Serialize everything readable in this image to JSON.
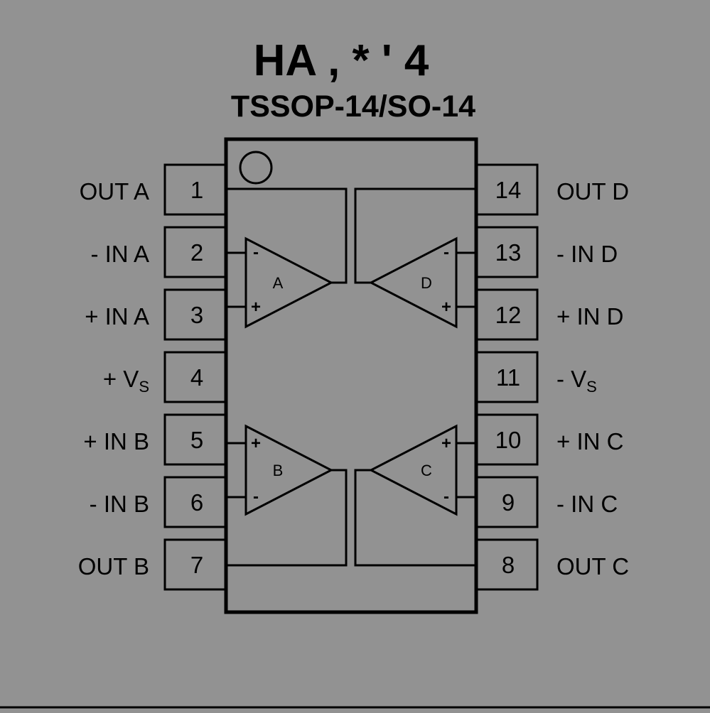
{
  "title": "HA , * ' 4",
  "package": "TSSOP-14/SO-14",
  "pins_left": [
    {
      "num": "1",
      "label": "OUT A"
    },
    {
      "num": "2",
      "label": "- IN A"
    },
    {
      "num": "3",
      "label": "+ IN A"
    },
    {
      "num": "4",
      "label": "+ V",
      "sub": "S"
    },
    {
      "num": "5",
      "label": "+ IN B"
    },
    {
      "num": "6",
      "label": "- IN B"
    },
    {
      "num": "7",
      "label": "OUT B"
    }
  ],
  "pins_right": [
    {
      "num": "14",
      "label": "OUT D"
    },
    {
      "num": "13",
      "label": "- IN D"
    },
    {
      "num": "12",
      "label": "+ IN D"
    },
    {
      "num": "11",
      "label": "- V",
      "sub": "S"
    },
    {
      "num": "10",
      "label": "+ IN C"
    },
    {
      "num": "9",
      "label": "- IN C"
    },
    {
      "num": "8",
      "label": "OUT C"
    }
  ],
  "amplifiers": [
    {
      "name": "A",
      "top_input": "-",
      "bottom_input": "+"
    },
    {
      "name": "B",
      "top_input": "+",
      "bottom_input": "-"
    },
    {
      "name": "C",
      "top_input": "+",
      "bottom_input": "-"
    },
    {
      "name": "D",
      "top_input": "-",
      "bottom_input": "+"
    }
  ]
}
